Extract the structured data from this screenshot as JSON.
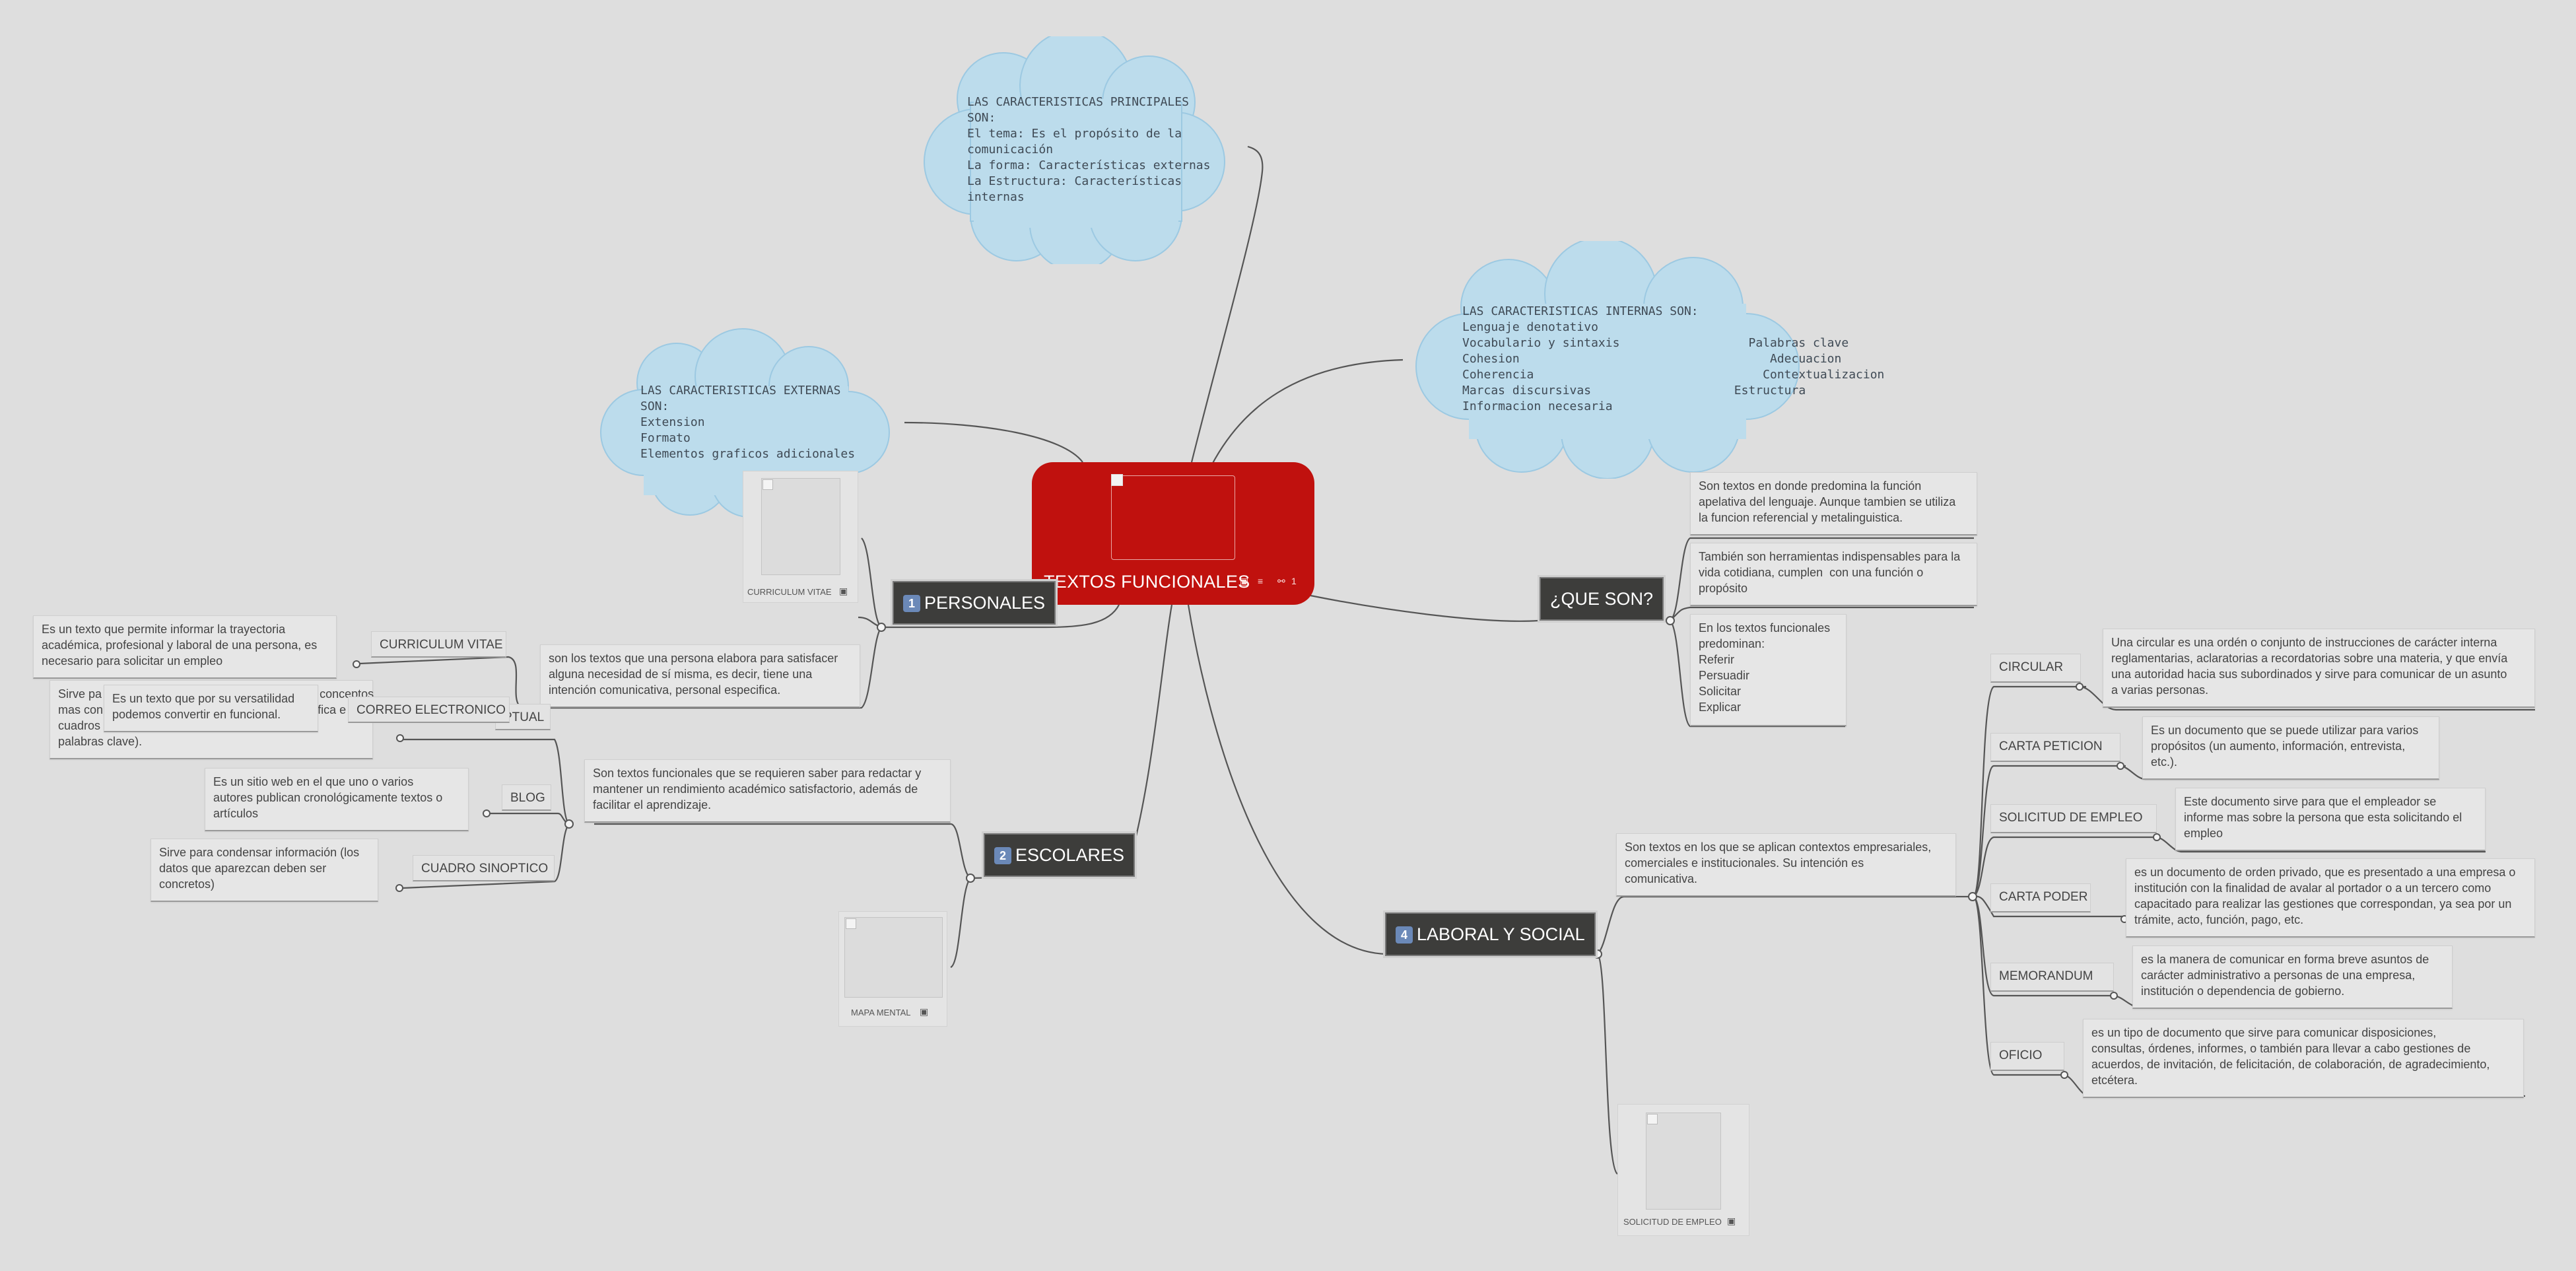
{
  "central": {
    "title": "TEXTOS FUNCIONALES",
    "icons": [
      "image-icon",
      "notes-icon",
      "link-icon"
    ],
    "link_count": "1"
  },
  "clouds": {
    "principales": "LAS CARACTERISTICAS PRINCIPALES\nSON:\nEl tema: Es el propósito de la\ncomunicación\nLa forma: Características externas\nLa Estructura: Características\ninternas",
    "internas": "LAS CARACTERISTICAS INTERNAS SON:\nLenguaje denotativo\nVocabulario y sintaxis                  Palabras clave\nCohesion                                   Adecuacion\nCoherencia                                Contextualizacion\nMarcas discursivas                    Estructura\nInformacion necesaria",
    "externas": "LAS CARACTERISTICAS EXTERNAS\nSON:\nExtension\nFormato\nElementos graficos adicionales"
  },
  "que_son": {
    "title": "¿QUE SON?",
    "notes": [
      "Son textos en donde predomina la función\napelativa del lenguaje. Aunque tambien se utiliza\nla funcion referencial y metalinguistica.",
      "También son herramientas indispensables para la\nvida cotidiana, cumplen  con una función o\npropósito",
      "En los textos funcionales\npredominan:\nReferir\nPersuadir\nSolicitar\nExplicar"
    ]
  },
  "personales": {
    "badge": "1",
    "title": "PERSONALES",
    "image_caption": "CURRICULUM VITAE",
    "description": "son los textos que una persona elabora para satisfacer\nalguna necesidad de sí misma, es decir, tiene una\nintención comunicativa, personal especifica.",
    "items": [
      {
        "label": "CURRICULUM VITAE",
        "note": "Es un texto que permite informar la trayectoria\nacadémica, profesional y laboral de una persona, es\nnecesario para solicitar un empleo"
      },
      {
        "label": "CORREO ELECTRONICO",
        "note": "Es un texto que por su versatilidad\npodemos convertir en funcional."
      }
    ]
  },
  "escolares": {
    "badge": "2",
    "title": "ESCOLARES",
    "image_caption": "MAPA MENTAL",
    "description": "Son textos funcionales que se requieren saber para redactar y\nmantener un rendimiento académico satisfactorio, además de\nfacilitar el aprendizaje.",
    "items": [
      {
        "label": "PTUAL",
        "note": "Sirve pa                                                                  conceptos\nmas con                                                               afica e\ncuadros                                                     líneas y\npalabras clave)."
      },
      {
        "label": "BLOG",
        "note": "Es un sitio web en el que uno o varios\nautores publican cronológicamente textos o\nartículos"
      },
      {
        "label": "CUADRO SINOPTICO",
        "note": "Sirve para condensar información (los\ndatos que aparezcan deben ser\nconcretos)"
      }
    ]
  },
  "laboral": {
    "badge": "4",
    "title": "LABORAL Y SOCIAL",
    "image_caption": "SOLICITUD DE EMPLEO",
    "description": "Son textos en los que se aplican contextos empresariales,\ncomerciales e institucionales. Su intención es\ncomunicativa.",
    "items": [
      {
        "label": "CIRCULAR",
        "note": "Una circular es una ordén o conjunto de instrucciones de carácter interna\nreglamentarias, aclaratorias a recordatorias sobre una materia, y que envía\nuna autoridad hacia sus subordinados y sirve para comunicar de un asunto\na varias personas."
      },
      {
        "label": "CARTA PETICION",
        "note": "Es un documento que se puede utilizar para varios\npropósitos (un aumento, información, entrevista,\netc.)."
      },
      {
        "label": "SOLICITUD DE EMPLEO",
        "note": "Este documento sirve para que el empleador se\ninforme mas sobre la persona que esta solicitando el\nempleo"
      },
      {
        "label": "CARTA PODER",
        "note": "es un documento de orden privado, que es presentado a una empresa o\ninstitución con la finalidad de avalar al portador o a un tercero como\ncapacitado para realizar las gestiones que correspondan, ya sea por un\ntrámite, acto, función, pago, etc."
      },
      {
        "label": "MEMORANDUM",
        "note": "es la manera de comunicar en forma breve asuntos de\ncarácter administrativo a personas de una empresa,\ninstitución o dependencia de gobierno."
      },
      {
        "label": "OFICIO",
        "note": "es un tipo de documento que sirve para comunicar disposiciones,\nconsultas, órdenes, informes, o también para llevar a cabo gestiones de\nacuerdos, de invitación, de felicitación, de colaboración, de agradecimiento,\netcétera."
      }
    ]
  }
}
